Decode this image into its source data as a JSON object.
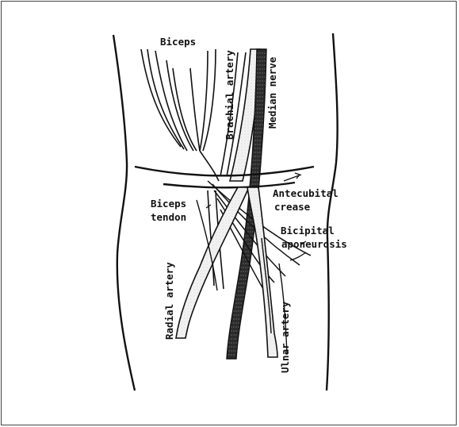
{
  "diagram": {
    "labels": {
      "biceps": "Biceps",
      "brachial_artery": "Brachial artery",
      "median_nerve": "Median nerve",
      "antecubital_line1": "Antecubital",
      "antecubital_line2": "crease",
      "biceps_tendon_line1": "Biceps",
      "biceps_tendon_line2": "tendon",
      "bicipital_line1": "Bicipital",
      "bicipital_line2": "aponeurosis",
      "radial_artery": "Radial artery",
      "ulnar_artery": "Ulnar artery"
    },
    "colors": {
      "ink": "#111111",
      "nerve_fill": "#2a2a2a",
      "artery_fill": "#e6e6e6"
    }
  }
}
